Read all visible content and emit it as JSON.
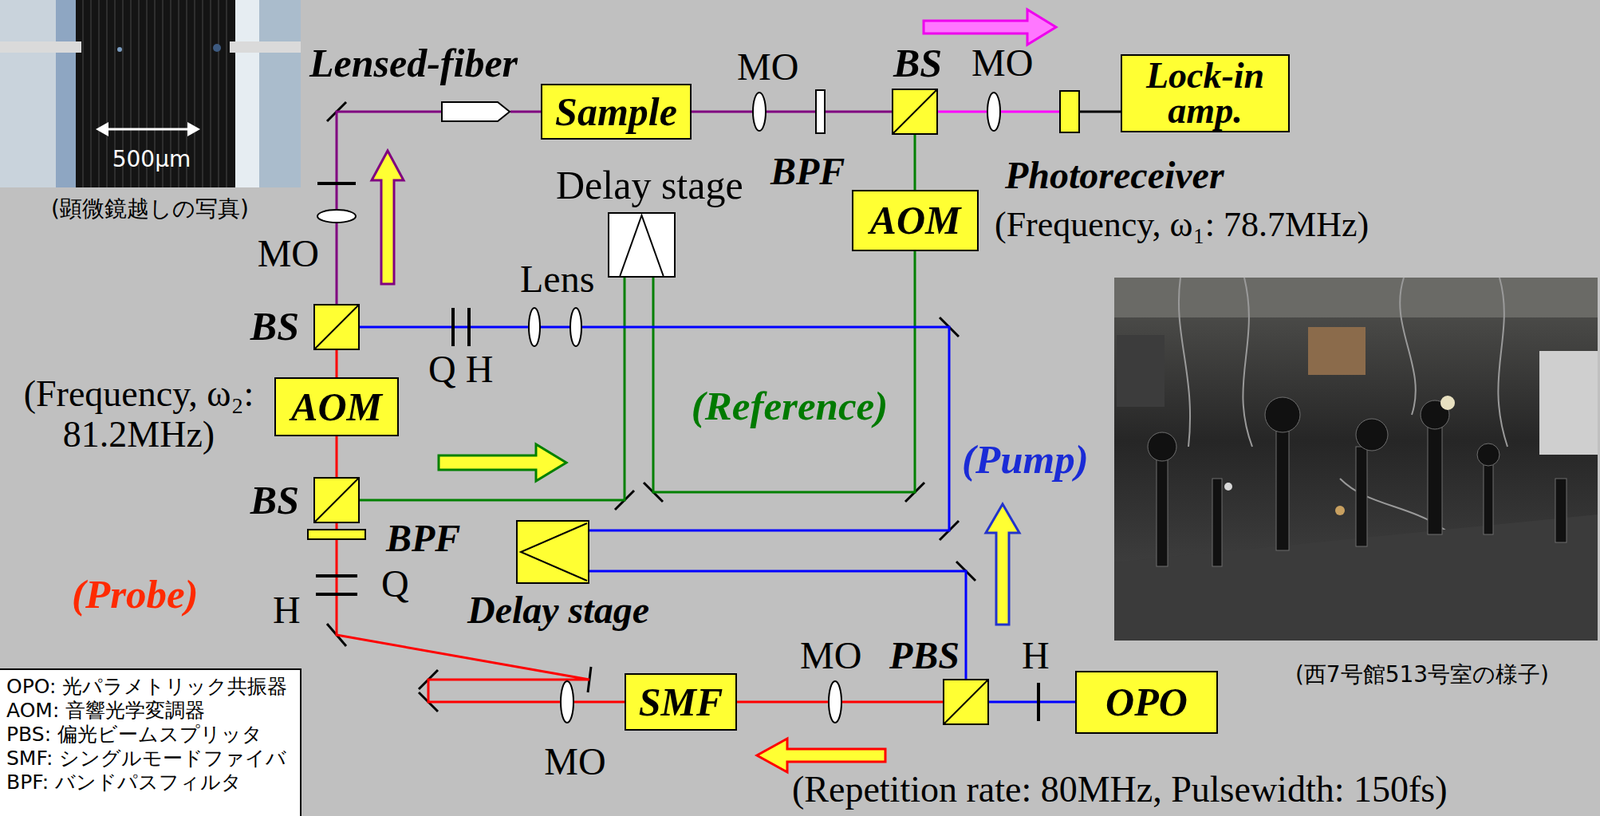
{
  "diagram": {
    "nodes": [
      {
        "text": [
          "Lensed-fiber"
        ]
      },
      {
        "text": [
          "Sample"
        ]
      },
      {
        "text": [
          "BS"
        ]
      },
      {
        "text": [
          "Photoreceiver"
        ]
      },
      {
        "text": [
          "Lock-in amp."
        ]
      },
      {
        "text": [
          "Delay stage"
        ]
      },
      {
        "text": [
          "AOM"
        ]
      },
      {
        "text": [
          "BS"
        ]
      },
      {
        "text": [
          "AOM"
        ]
      },
      {
        "text": [
          "BS"
        ]
      },
      {
        "text": [
          "Delay stage"
        ]
      },
      {
        "text": [
          "SMF"
        ]
      },
      {
        "text": [
          "PBS"
        ]
      },
      {
        "text": [
          "OPO"
        ]
      },
      {
        "text": [
          "OPO: 光パラメトリック共振器",
          "AOM: 音響光学変調器",
          "PBS: 偏光ビームスプリッタ",
          "SMF: シングルモードファイバ",
          "BPF: バンドパスフィルタ"
        ]
      }
    ],
    "edges": [
      {
        "from": 13,
        "to": 12,
        "arrow": "none"
      },
      {
        "from": 12,
        "to": 11,
        "arrow": "none"
      },
      {
        "from": 11,
        "to": 9,
        "arrow": "none"
      },
      {
        "from": 9,
        "to": 8,
        "arrow": "none"
      },
      {
        "from": 8,
        "to": 7,
        "arrow": "none"
      },
      {
        "from": 7,
        "to": 0,
        "arrow": "none"
      },
      {
        "from": 0,
        "to": 1,
        "arrow": "none"
      },
      {
        "from": 1,
        "to": 2,
        "arrow": "none"
      },
      {
        "from": 2,
        "to": 3,
        "arrow": "none"
      },
      {
        "from": 3,
        "to": 4,
        "arrow": "none"
      },
      {
        "from": 6,
        "to": 2,
        "arrow": "none"
      },
      {
        "from": 9,
        "to": 5,
        "arrow": "none"
      },
      {
        "from": 5,
        "to": 6,
        "arrow": "none"
      },
      {
        "from": 12,
        "to": 10,
        "arrow": "none"
      },
      {
        "from": 10,
        "to": 7,
        "arrow": "none"
      }
    ],
    "labels": [
      "500μm",
      "MO",
      "MO",
      "BPF",
      "(Frequency, ω₁: 78.7MHz)",
      "(顕微鏡越しの写真)",
      "MO",
      "Lens",
      "Q H",
      "(Frequency, ω₂: 81.2MHz)",
      "(Reference)",
      "(Pump)",
      "BPF",
      "Q",
      "(Probe)",
      "H",
      "MO",
      "H",
      "(西7号館513号室の様子)",
      "MO",
      "(Repetition rate: 80MHz, Pulsewidth: 150fs)"
    ]
  }
}
